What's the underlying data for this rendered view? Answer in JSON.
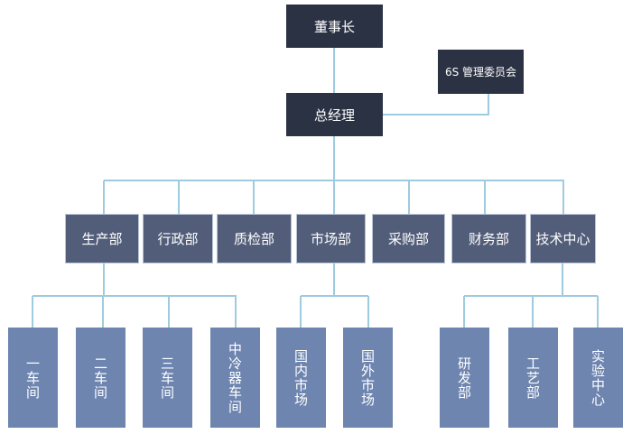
{
  "colors": {
    "top": "#2b3244",
    "dept": "#525e79",
    "leaf": "#6e85b0",
    "connector": "#9ecbe0"
  },
  "chairman": "董事长",
  "committee": "6S 管理委员会",
  "general_manager": "总经理",
  "departments": [
    "生产部",
    "行政部",
    "质检部",
    "市场部",
    "采购部",
    "财务部",
    "技术中心"
  ],
  "units": {
    "production": [
      "一车间",
      "二车间",
      "三车间",
      "中冷器车间"
    ],
    "marketing": [
      "国内市场",
      "国外市场"
    ],
    "tech": [
      "研发部",
      "工艺部",
      "实验中心"
    ]
  }
}
